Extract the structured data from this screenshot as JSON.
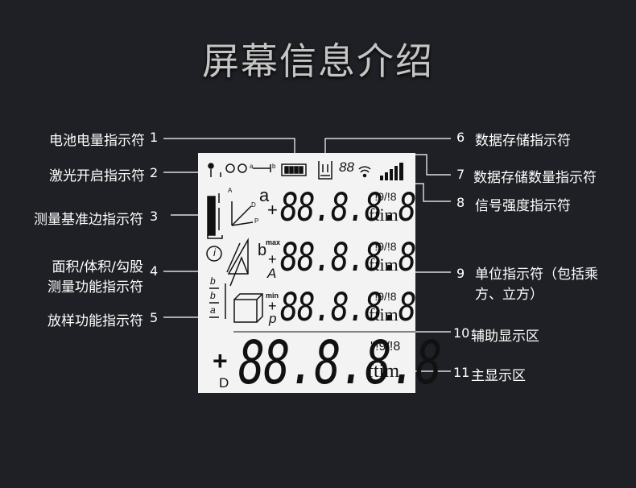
{
  "title": "屏幕信息介绍",
  "left_labels": [
    {
      "num": "1",
      "text": "电池电量指示符"
    },
    {
      "num": "2",
      "text": "激光开启指示符"
    },
    {
      "num": "3",
      "text": "测量基准边指示符"
    },
    {
      "num": "4",
      "text": "面积/体积/勾股",
      "text2": "测量功能指示符"
    },
    {
      "num": "5",
      "text": "放样功能指示符"
    }
  ],
  "right_labels": [
    {
      "num": "6",
      "text": "数据存储指示符"
    },
    {
      "num": "7",
      "text": "数据存储数量指示符"
    },
    {
      "num": "8",
      "text": "信号强度指示符"
    },
    {
      "num": "9",
      "text": "单位指示符（包括乘",
      "text2": "方、立方）"
    },
    {
      "num": "10",
      "text": "辅助显示区"
    },
    {
      "num": "11",
      "text": "主显示区"
    }
  ],
  "lcd": {
    "digits": "88.8.8.8",
    "memory_count": "88",
    "units": "ftim",
    "fraction": "''!9/!8",
    "row1_prefix": "a",
    "row1_sign": "+",
    "row2_prefix": "b",
    "row2_max": "max",
    "row2_sign": "+",
    "row2_sub": "A",
    "row3_min": "min",
    "row3_sign": "+",
    "row3_sub": "p",
    "main_sign": "+",
    "main_sub": "D",
    "info": "i",
    "stake": [
      "b",
      "b",
      "a"
    ],
    "axis": [
      "A",
      "D",
      "P"
    ],
    "a_to_b": [
      "a",
      "b"
    ]
  }
}
